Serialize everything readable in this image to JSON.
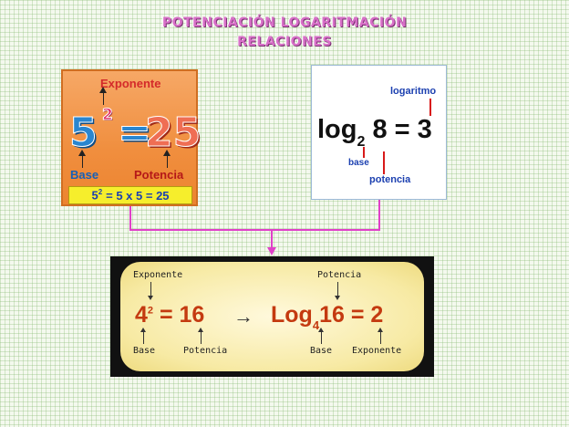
{
  "title": {
    "line1": "POTENCIACIÓN  LOGARITMACIÓN",
    "line2": "RELACIONES"
  },
  "potenciacion_card": {
    "exponente_label": "Exponente",
    "base_label": "Base",
    "potencia_label": "Potencia",
    "base": "5",
    "exponent": "2",
    "equals": "=",
    "result": "25",
    "box_base": "5",
    "box_exp": "2",
    "box_rest": "= 5 x 5 = 25"
  },
  "logaritmacion_card": {
    "logaritmo_label": "logaritmo",
    "base_label": "base",
    "potencia_label": "potencia",
    "log_word": "log",
    "base": "2",
    "rest": "8 = 3"
  },
  "relation_panel": {
    "left": {
      "exponente_label": "Exponente",
      "base_label": "Base",
      "potencia_label": "Potencia",
      "base": "4",
      "exponent": "2",
      "rest": "= 16"
    },
    "arrow": "→",
    "right": {
      "potencia_label": "Potencia",
      "base_label": "Base",
      "exponente_label": "Exponente",
      "log_word": "Log",
      "base": "4",
      "rest": "16 = 2"
    }
  },
  "colors": {
    "title": "#d870c8",
    "connector": "#e040c8",
    "orange_card": "#f08e3e",
    "yellow_box": "#f6ee2c",
    "expression_red": "#c43a10"
  }
}
